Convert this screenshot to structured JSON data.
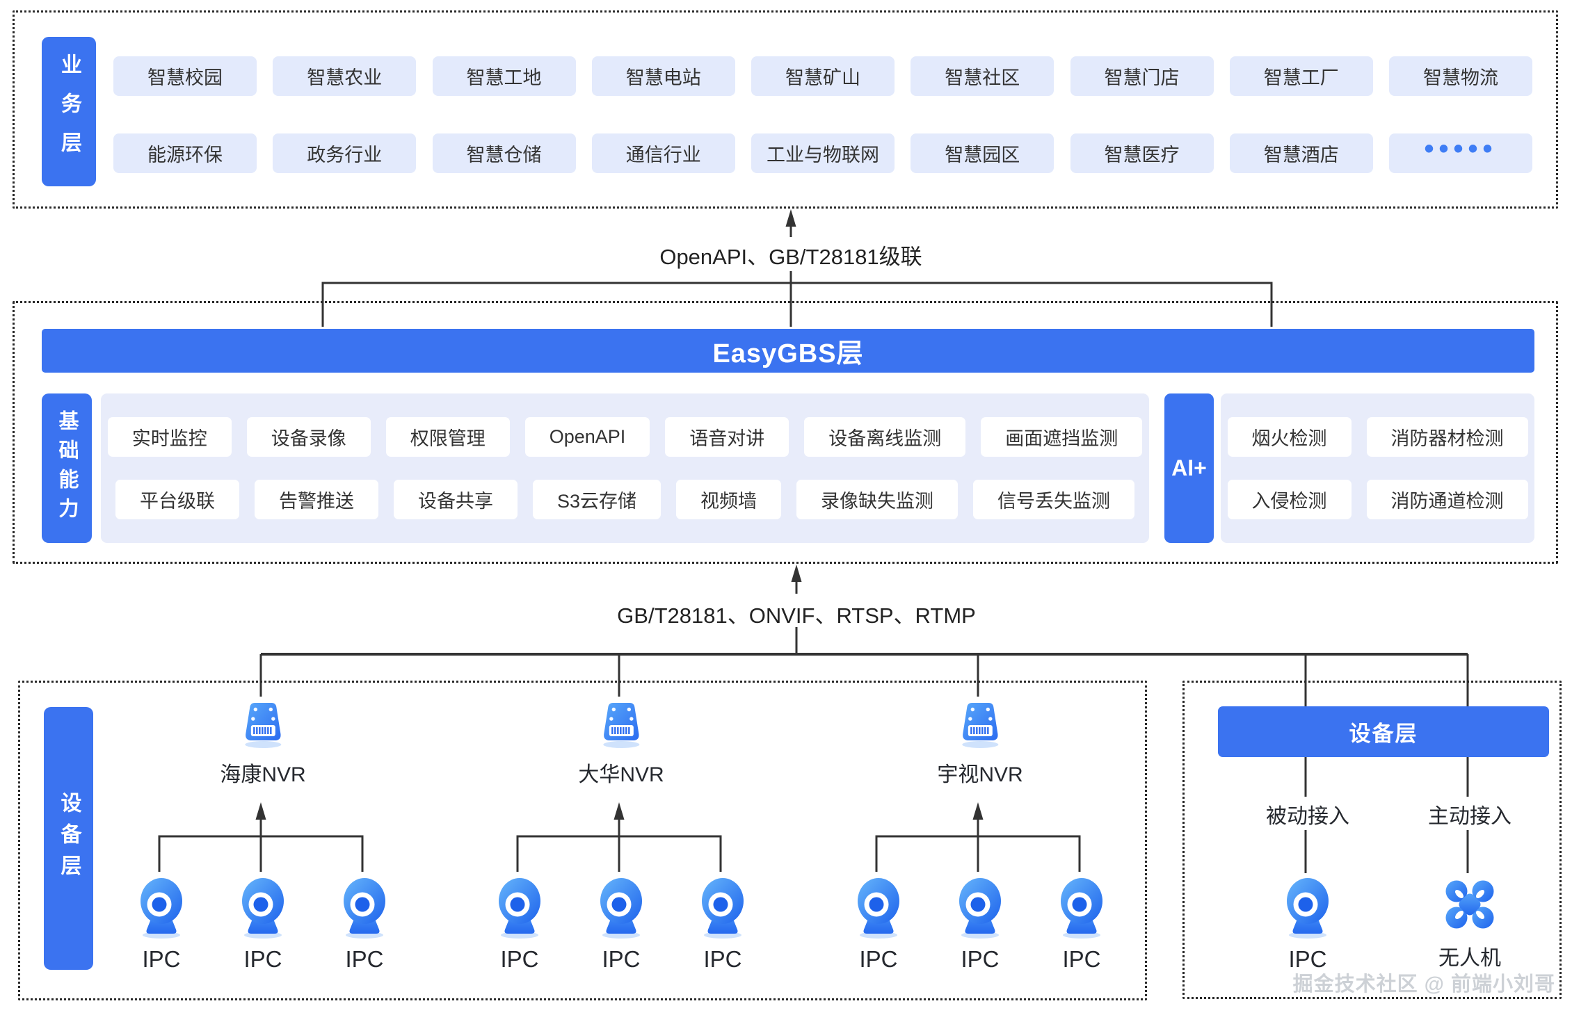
{
  "colors": {
    "primary_blue": "#3b73f0",
    "light_cell": "#e3eafc",
    "container_bg": "#e8ecfa",
    "line": "#333333"
  },
  "business_layer": {
    "label": "业务层",
    "row1": [
      "智慧校园",
      "智慧农业",
      "智慧工地",
      "智慧电站",
      "智慧矿山",
      "智慧社区",
      "智慧门店",
      "智慧工厂",
      "智慧物流"
    ],
    "row2": [
      "能源环保",
      "政务行业",
      "智慧仓储",
      "通信行业",
      "工业与物联网",
      "智慧园区",
      "智慧医疗",
      "智慧酒店"
    ],
    "more_label": "•••••"
  },
  "connector_top": {
    "label": "OpenAPI、GB/T28181级联"
  },
  "easygbs_layer": {
    "title": "EasyGBS层",
    "label": "基础能力",
    "capabilities_row1": [
      "实时监控",
      "设备录像",
      "权限管理",
      "OpenAPI",
      "语音对讲",
      "设备离线监测",
      "画面遮挡监测"
    ],
    "capabilities_row2": [
      "平台级联",
      "告警推送",
      "设备共享",
      "S3云存储",
      "视频墙",
      "录像缺失监测",
      "信号丢失监测"
    ],
    "ai_label": "AI+",
    "ai_row1": [
      "烟火检测",
      "消防器材检测"
    ],
    "ai_row2": [
      "入侵检测",
      "消防通道检测"
    ]
  },
  "connector_bottom": {
    "label": "GB/T28181、ONVIF、RTSP、RTMP"
  },
  "device_layer": {
    "label": "设备层",
    "nvr_groups": [
      {
        "name": "海康NVR",
        "ipcs": [
          "IPC",
          "IPC",
          "IPC"
        ]
      },
      {
        "name": "大华NVR",
        "ipcs": [
          "IPC",
          "IPC",
          "IPC"
        ]
      },
      {
        "name": "宇视NVR",
        "ipcs": [
          "IPC",
          "IPC",
          "IPC"
        ]
      }
    ],
    "right_panel": {
      "title": "设备层",
      "passive_label": "被动接入",
      "active_label": "主动接入",
      "ipc_label": "IPC",
      "drone_label": "无人机"
    }
  },
  "watermark": "掘金技术社区 @ 前端小刘哥"
}
